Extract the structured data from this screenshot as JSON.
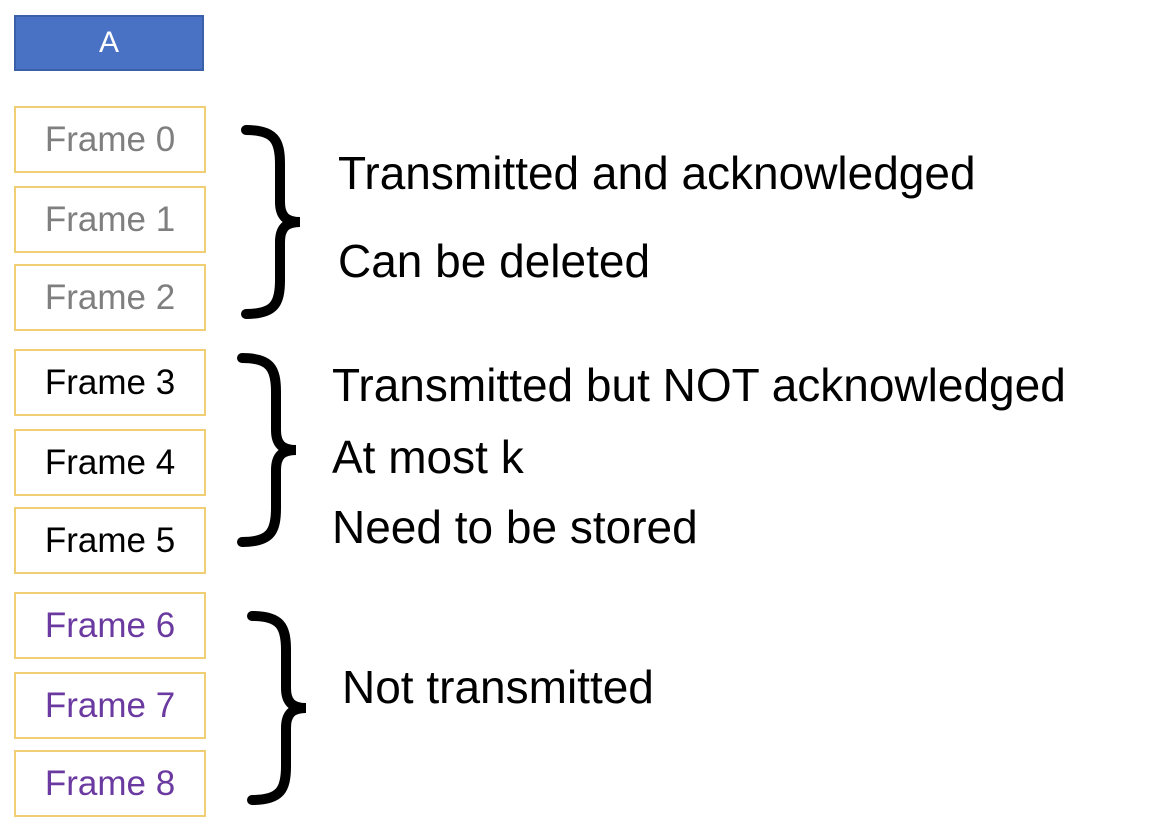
{
  "header": {
    "label": "A"
  },
  "frames": [
    {
      "label": "Frame 0",
      "group": "acked"
    },
    {
      "label": "Frame 1",
      "group": "acked"
    },
    {
      "label": "Frame 2",
      "group": "acked"
    },
    {
      "label": "Frame 3",
      "group": "pending"
    },
    {
      "label": "Frame 4",
      "group": "pending"
    },
    {
      "label": "Frame 5",
      "group": "pending"
    },
    {
      "label": "Frame 6",
      "group": "untx"
    },
    {
      "label": "Frame 7",
      "group": "untx"
    },
    {
      "label": "Frame 8",
      "group": "untx"
    }
  ],
  "groups": {
    "acked": {
      "lines": [
        "Transmitted and acknowledged",
        "Can be deleted"
      ],
      "text_color": "#7f7f7f"
    },
    "pending": {
      "lines": [
        "Transmitted but NOT acknowledged",
        "At most k",
        "Need to be stored"
      ],
      "text_color": "#000000"
    },
    "untx": {
      "lines": [
        "Not transmitted"
      ],
      "text_color": "#6a3aa0"
    }
  },
  "colors": {
    "header_fill": "#4a72c4",
    "frame_border": "#f0cf74"
  }
}
